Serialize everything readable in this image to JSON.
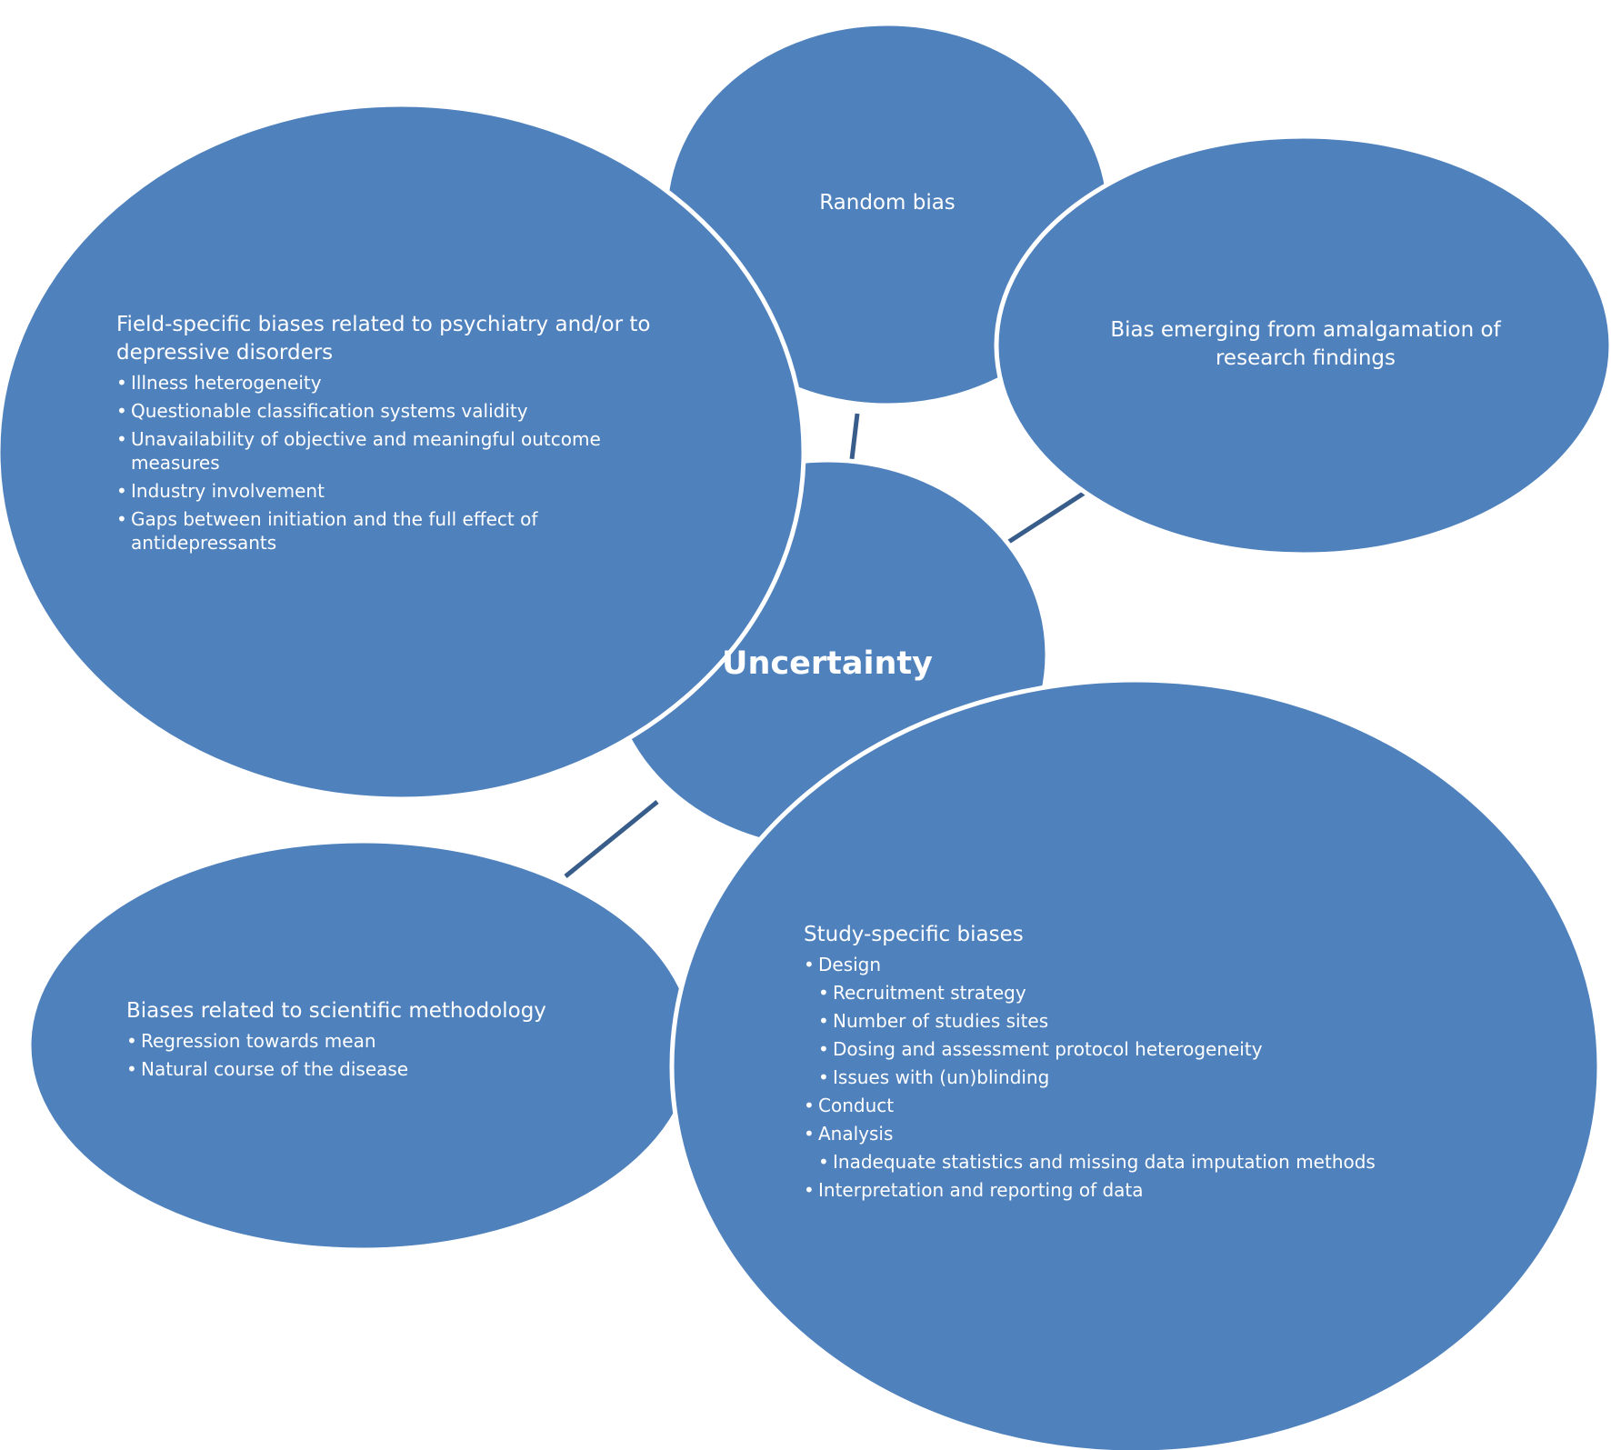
{
  "diagram": {
    "center": {
      "label": "Uncertainty"
    },
    "random": {
      "label": "Random bias"
    },
    "amalgamation": {
      "label": "Bias emerging from amalgamation of research findings"
    },
    "field": {
      "heading": "Field-specific biases related to psychiatry and/or to depressive disorders",
      "items": [
        "Illness heterogeneity",
        "Questionable classification systems validity",
        "Unavailability of objective and meaningful outcome measures",
        "Industry involvement",
        "Gaps between initiation and the full effect of antidepressants"
      ]
    },
    "methodology": {
      "heading": "Biases related to scientific methodology",
      "items": [
        "Regression towards mean",
        "Natural course of the disease"
      ]
    },
    "study": {
      "heading": "Study-specific biases",
      "items": [
        "Design",
        "Recruitment strategy",
        "Number of studies sites",
        "Dosing and assessment protocol heterogeneity",
        "Issues with (un)blinding",
        "Conduct",
        "Analysis",
        "Inadequate statistics and missing data imputation methods",
        "Interpretation and reporting of data"
      ]
    },
    "colors": {
      "fill": "#4f81bd",
      "outline": "#ffffff",
      "connector": "#385d8a",
      "text": "#ffffff"
    }
  }
}
